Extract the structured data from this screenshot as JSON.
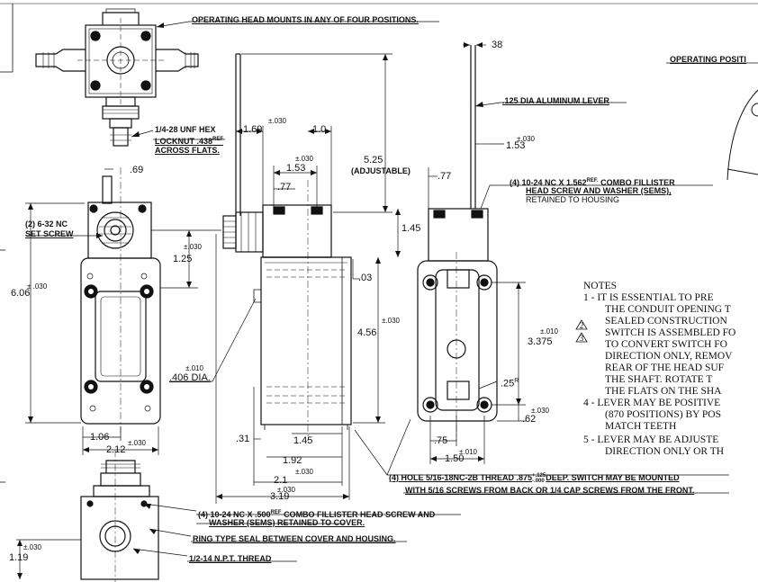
{
  "callouts": {
    "operating_head": "OPERATING HEAD MOUNTS IN ANY OF FOUR POSITIONS.",
    "lever": ".125 DIA ALUMINUM LEVER",
    "hex_locknut_1": "1/4-28 UNF HEX",
    "hex_locknut_2": "LOCKNUT .438",
    "hex_locknut_ref": "REF",
    "hex_locknut_3": "ACROSS FLATS.",
    "set_screw_1": "(2) 6-32 NC",
    "set_screw_2": "SET SCREW",
    "head_screw_1": "(4) 10-24 NC X 1.562",
    "head_screw_ref": "REF.",
    "head_screw_1b": "COMBO FILLISTER",
    "head_screw_2": "HEAD SCREW AND WASHER (SEMS),",
    "head_screw_3": "RETAINED TO HOUSING",
    "cover_screw_1": "(4) 10-24 NC X .500",
    "cover_screw_ref": "REF",
    "cover_screw_1b": "COMBO FILLISTER HEAD SCREW AND",
    "cover_screw_2": "WASHER (SEMS) RETAINED TO COVER.",
    "ring_seal": "RING TYPE SEAL BETWEEN COVER AND HOUSING.",
    "npt": "1/2-14 N.P.T. THREAD",
    "hole_1": "(4) HOLE 5/16-18NC-2B THREAD .875",
    "hole_tol_plus": "+.125",
    "hole_tol_minus": "-.000",
    "hole_1b": "DEEP. SWITCH MAY BE MOUNTED",
    "hole_2": "WITH 5/16 SCREWS FROM BACK OR 1/4 CAP SCREWS FROM THE FRONT.",
    "operating_position": "OPERATING POSITI"
  },
  "dimensions": {
    "d38": "38",
    "d169": "1.69",
    "d030a": "±.030",
    "d10": "1.0",
    "d525": "5.25",
    "adjustable": "(ADJUSTABLE)",
    "d153a": "1.53",
    "d030b": "±.030",
    "d77a": ".77",
    "d145": "1.45",
    "d030c": "±.030",
    "d125": "1.25",
    "d03": ".03",
    "d456": "4.56",
    "d030d": "±.030",
    "d606": "6.06",
    "d030e": "± .030",
    "d69": ".69",
    "d406": ".406 DIA.",
    "d010a": "±.010",
    "d106": "1.06",
    "d212": "2.12",
    "d030f": "±.030",
    "d31": ".31",
    "d145b": "1.45",
    "d192": "1.92",
    "d030g": "±.030",
    "d21": "2.1",
    "d030h": "±.030",
    "d319": "3.19",
    "d77b": ".77",
    "d153b": "1.53",
    "d030i": "±.030",
    "d3375": "3.375",
    "d010b": "±.010",
    "d25r": ".25",
    "r": "R",
    "d030j": "±.030",
    "d62": ".62",
    "d75": ".75",
    "d010c": "±.010",
    "d150": "1.50",
    "d119": "1.19",
    "d030k": "±.030"
  },
  "notes": {
    "heading": "NOTES",
    "n1a": "1 - IT IS ESSENTIAL TO PRE",
    "n1b": "THE CONDUIT OPENING T",
    "n1c": "SEALED CONSTRUCTION",
    "n2": "SWITCH IS ASSEMBLED FO",
    "n3a": "TO CONVERT SWITCH FO",
    "n3b": "DIRECTION ONLY, REMOV",
    "n3c": "REAR OF THE HEAD SUF",
    "n3d": "THE SHAFT. ROTATE T",
    "n3e": "THE FLATS ON THE SHA",
    "n4a": "4 - LEVER MAY BE POSITIVE",
    "n4b": "(870 POSITIONS) BY POS",
    "n4c": "MATCH TEETH",
    "n5a": "5 - LEVER MAY BE ADJUSTE",
    "n5b": "DIRECTION ONLY OR TH",
    "tri2": "2",
    "tri3": "3"
  }
}
